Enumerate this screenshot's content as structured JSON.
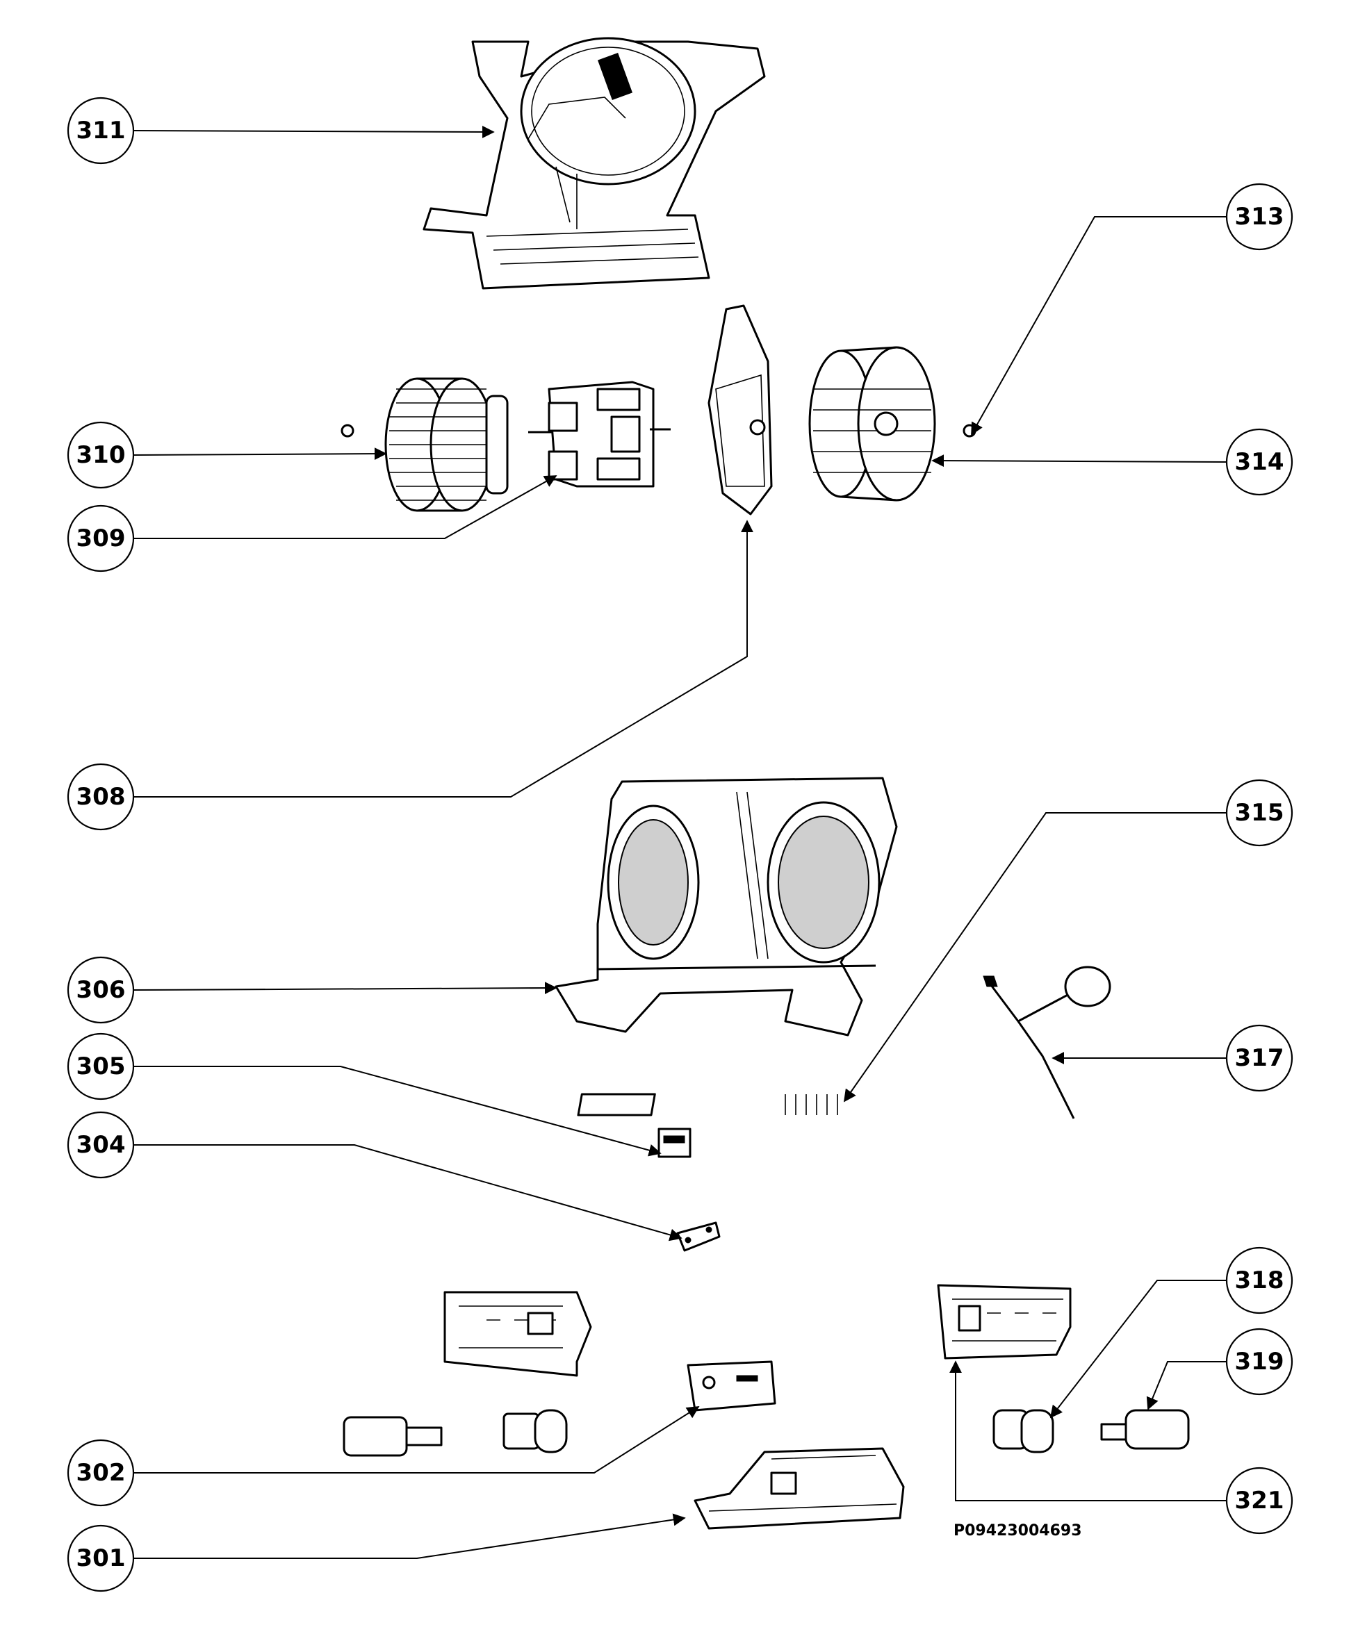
{
  "diagram": {
    "reference_code": "P09423004693",
    "callouts": [
      {
        "id": "311",
        "label": "311"
      },
      {
        "id": "313",
        "label": "313"
      },
      {
        "id": "310",
        "label": "310"
      },
      {
        "id": "314",
        "label": "314"
      },
      {
        "id": "309",
        "label": "309"
      },
      {
        "id": "308",
        "label": "308"
      },
      {
        "id": "315",
        "label": "315"
      },
      {
        "id": "306",
        "label": "306"
      },
      {
        "id": "317",
        "label": "317"
      },
      {
        "id": "305",
        "label": "305"
      },
      {
        "id": "304",
        "label": "304"
      },
      {
        "id": "318",
        "label": "318"
      },
      {
        "id": "319",
        "label": "319"
      },
      {
        "id": "302",
        "label": "302"
      },
      {
        "id": "321",
        "label": "321"
      },
      {
        "id": "301",
        "label": "301"
      }
    ]
  }
}
